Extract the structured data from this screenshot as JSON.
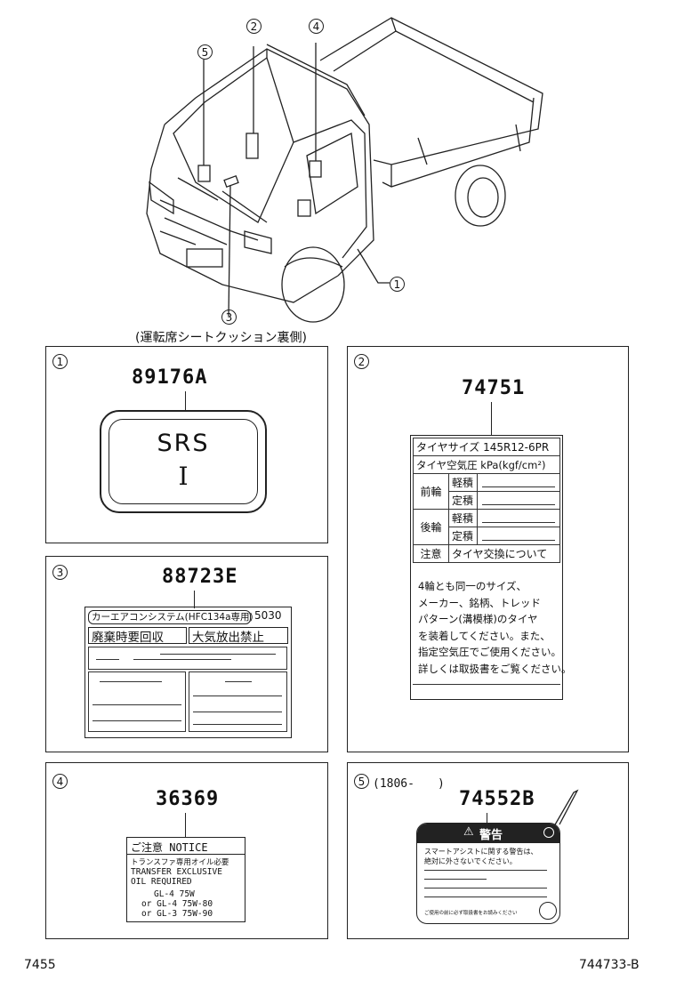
{
  "overview": {
    "callouts": [
      "1",
      "2",
      "3",
      "4",
      "5"
    ],
    "caption": "(運転席シートクッション裏側)"
  },
  "panel1": {
    "num": "1",
    "part": "89176A",
    "label_line1": "SRS",
    "label_line2": "I"
  },
  "panel2": {
    "num": "2",
    "part": "74751",
    "tire_size_label": "タイヤサイズ",
    "tire_size_value": "145R12-6PR",
    "pressure_label": "タイヤ空気圧 kPa(kgf/cm²)",
    "front": "前輪",
    "rear": "後輪",
    "light_load": "軽積",
    "full_load": "定積",
    "caution": "注意",
    "caution_title": "タイヤ交換について",
    "notes": [
      "4輪とも同一のサイズ、",
      "メーカー、銘柄、トレッド",
      "パターン(溝模様)のタイヤ",
      "を装着してください。また、",
      "指定空気圧でご使用ください。",
      "詳しくは取扱書をご覧ください。"
    ]
  },
  "panel3": {
    "num": "3",
    "part": "88723E",
    "header": "カーエアコンシステム(HFC134a専用)",
    "code": "5030",
    "recover": "廃棄時要回収",
    "no_release": "大気放出禁止"
  },
  "panel4": {
    "num": "4",
    "part": "36369",
    "title": "ご注意 NOTICE",
    "line1": "トランスファ専用オイル必要",
    "line2": "TRANSFER EXCLUSIVE",
    "line3": "OIL REQUIRED",
    "spec1": "GL-4 75W",
    "spec2": "or GL-4 75W-80",
    "spec3": "or GL-3 75W-90"
  },
  "panel5": {
    "num": "5",
    "date": "(1806-　　)",
    "part": "74552B",
    "warning": "警告",
    "text1": "スマートアシストに関する警告は、",
    "text2": "絶対に外さないでください。",
    "footer": "ご使用の前に必ず取扱書をお読みください"
  },
  "footer": {
    "left": "7455",
    "right": "744733-B"
  }
}
